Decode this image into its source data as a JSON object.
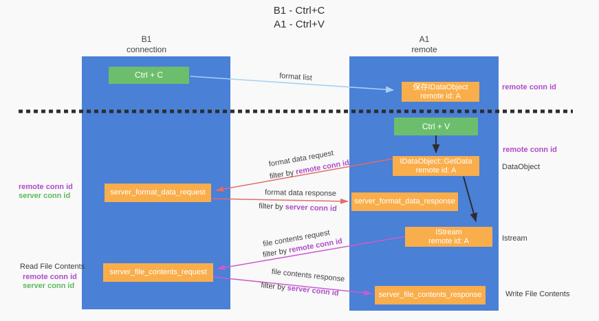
{
  "title": {
    "line1": "B1 - Ctrl+C",
    "line2": "A1 - Ctrl+V"
  },
  "lanes": {
    "left": {
      "title": "B1",
      "subtitle": "connection"
    },
    "right": {
      "title": "A1",
      "subtitle": "remote"
    }
  },
  "nodes": {
    "ctrl_c": {
      "label": "Ctrl + C"
    },
    "save_dataobject": {
      "line1": "保存IDataObject",
      "line2": "remote id: A"
    },
    "ctrl_v": {
      "label": "Ctrl + V"
    },
    "getdata": {
      "line1": "IDataObject::GetData",
      "line2": "remote id: A"
    },
    "server_format_data_request": {
      "label": "server_format_data_request"
    },
    "server_format_data_response": {
      "label": "server_format_data_response"
    },
    "istream": {
      "line1": "IStream",
      "line2": "remote id: A"
    },
    "server_file_contents_request": {
      "label": "server_file_contents_request"
    },
    "server_file_contents_response": {
      "label": "server_file_contents_response"
    }
  },
  "side_labels": {
    "right_remote_conn_top": "remote conn id",
    "right_remote_conn_mid": "remote conn id",
    "right_dataobject": "DataObject",
    "right_istream": "Istream",
    "right_write_file_contents": "Write File Contents",
    "left_remote_conn_mid": "remote conn id",
    "left_server_conn_mid": "server conn id",
    "left_read_file_contents": "Read File Contents",
    "left_remote_conn_bottom": "remote conn id",
    "left_server_conn_bottom": "server conn id"
  },
  "arrow_labels": {
    "format_list": "format list",
    "format_data_request": "format data request",
    "format_data_request_filter": {
      "prefix": "filter by",
      "highlight": "remote conn id"
    },
    "format_data_response": "format data response",
    "format_data_response_filter": {
      "prefix": "filter by",
      "highlight": "server conn id"
    },
    "file_contents_request": "file contents request",
    "file_contents_request_filter": {
      "prefix": "filter by",
      "highlight": "remote conn id"
    },
    "file_contents_response": "file contents response",
    "file_contents_response_filter": {
      "prefix": "filter by",
      "highlight": "server conn id"
    }
  },
  "colors": {
    "lane_blue": "#4a80d6",
    "box_green": "#6cbe6c",
    "box_orange": "#f9ae4b",
    "arrow_red": "#e56a6a",
    "arrow_magenta": "#cb5bce",
    "arrow_lightblue": "#a5d2f2",
    "arrow_black": "#2d2d2d",
    "text_purple": "#ae4cc8",
    "text_green": "#5cb85c"
  }
}
